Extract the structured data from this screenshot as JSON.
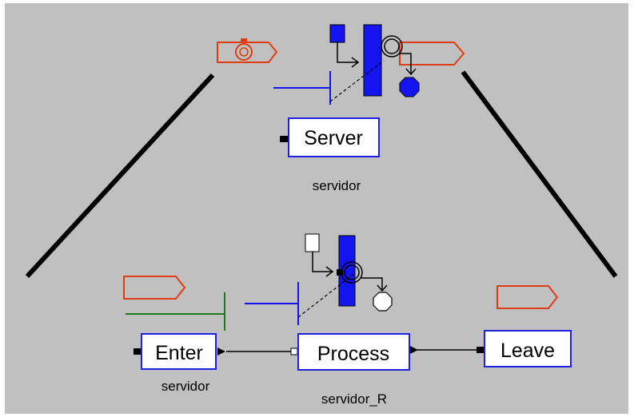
{
  "colors": {
    "background": "#c0c0c0",
    "frame": "#ffffff",
    "box_border": "#2020e0",
    "accent_blue": "#1414f0",
    "tag_red": "#e03c14",
    "link_green": "#1a7a1a",
    "wire": "#000000"
  },
  "top": {
    "box_label": "Server",
    "caption": "servidor"
  },
  "bottom": {
    "enter_label": "Enter",
    "enter_caption": "servidor",
    "process_label": "Process",
    "process_caption": "servidor_R",
    "leave_label": "Leave"
  }
}
